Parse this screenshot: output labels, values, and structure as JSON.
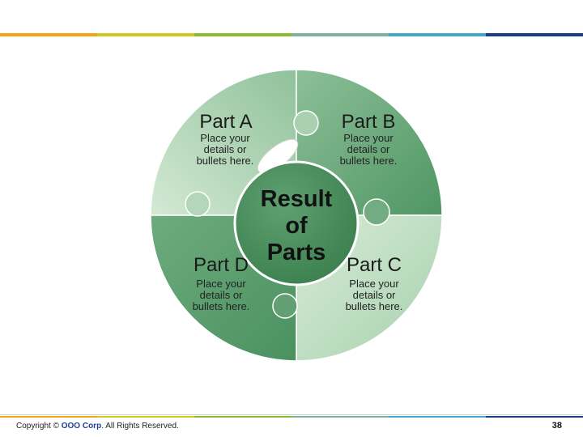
{
  "colors": {
    "accent_bar": [
      "#f2a516",
      "#c8c820",
      "#8cbb2f",
      "#46a6cc",
      "#1a3c8a"
    ],
    "piece_light": "#b9dabb",
    "piece_dark": "#4f9663",
    "center_dark": "#3f8452"
  },
  "diagram": {
    "parts": [
      {
        "id": "a",
        "title": "Part A",
        "body": [
          "Place your",
          "details or",
          "bullets here."
        ]
      },
      {
        "id": "b",
        "title": "Part B",
        "body": [
          "Place your",
          "details or",
          "bullets here."
        ]
      },
      {
        "id": "c",
        "title": "Part C",
        "body": [
          "Place your",
          "details or",
          "bullets here."
        ]
      },
      {
        "id": "d",
        "title": "Part D",
        "body": [
          "Place your",
          "details or",
          "bullets here."
        ]
      }
    ],
    "center": [
      "Result",
      "of",
      "Parts"
    ]
  },
  "footer": {
    "prefix": "Copyright © ",
    "company": "OOO Corp",
    "suffix": ". All Rights Reserved.",
    "page": "38"
  }
}
